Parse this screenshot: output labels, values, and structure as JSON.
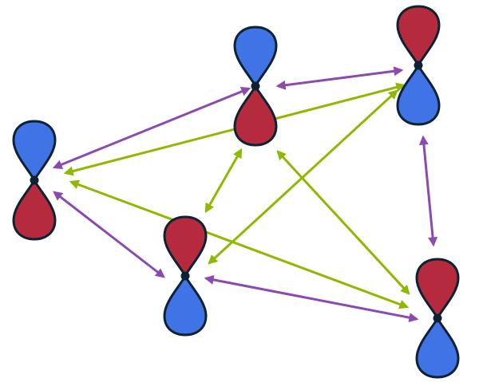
{
  "colors": {
    "blue_lobe": "#3f73e6",
    "red_lobe": "#b52a3c",
    "outline": "#0d2233",
    "purple_arrow": "#8c49b0",
    "green_arrow": "#8fb800",
    "node_fill": "#0d2233"
  },
  "orbitals": [
    {
      "id": "orbital-left",
      "top_lobe": "blue",
      "bottom_lobe": "red"
    },
    {
      "id": "orbital-top-center",
      "top_lobe": "blue",
      "bottom_lobe": "red"
    },
    {
      "id": "orbital-top-right",
      "top_lobe": "red",
      "bottom_lobe": "blue"
    },
    {
      "id": "orbital-bottom-center",
      "top_lobe": "red",
      "bottom_lobe": "blue"
    },
    {
      "id": "orbital-bottom-right",
      "top_lobe": "red",
      "bottom_lobe": "blue"
    }
  ],
  "connections": [
    {
      "id": "arrow-left-topcenter",
      "color": "purple",
      "from": "orbital-left",
      "to": "orbital-top-center"
    },
    {
      "id": "arrow-topcenter-topright",
      "color": "purple",
      "from": "orbital-top-center",
      "to": "orbital-top-right"
    },
    {
      "id": "arrow-left-topright",
      "color": "green",
      "from": "orbital-left",
      "to": "orbital-top-right"
    },
    {
      "id": "arrow-topcenter-bottomcenter",
      "color": "green",
      "from": "orbital-top-center",
      "to": "orbital-bottom-center"
    },
    {
      "id": "arrow-bottomcenter-topright",
      "color": "green",
      "from": "orbital-bottom-center",
      "to": "orbital-top-right"
    },
    {
      "id": "arrow-topright-bottomright",
      "color": "purple",
      "from": "orbital-top-right",
      "to": "orbital-bottom-right"
    },
    {
      "id": "arrow-left-bottomcenter",
      "color": "purple",
      "from": "orbital-left",
      "to": "orbital-bottom-center"
    },
    {
      "id": "arrow-left-bottomright",
      "color": "green",
      "from": "orbital-left",
      "to": "orbital-bottom-right"
    },
    {
      "id": "arrow-topcenter-bottomright",
      "color": "green",
      "from": "orbital-top-center",
      "to": "orbital-bottom-right"
    },
    {
      "id": "arrow-bottomcenter-bottomright",
      "color": "purple",
      "from": "orbital-bottom-center",
      "to": "orbital-bottom-right"
    }
  ]
}
